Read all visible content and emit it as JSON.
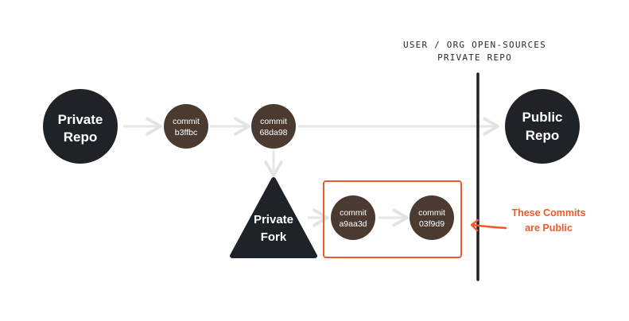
{
  "nodes": {
    "private_repo": {
      "line1": "Private",
      "line2": "Repo"
    },
    "public_repo": {
      "line1": "Public",
      "line2": "Repo"
    },
    "private_fork": {
      "line1": "Private",
      "line2": "Fork"
    },
    "commit_b3ffbc": {
      "line1": "commit",
      "line2": "b3ffbc"
    },
    "commit_68da98": {
      "line1": "commit",
      "line2": "68da98"
    },
    "commit_a9aa3d": {
      "line1": "commit",
      "line2": "a9aa3d"
    },
    "commit_03f9d9": {
      "line1": "commit",
      "line2": "03f9d9"
    }
  },
  "boundary": {
    "line1": "USER / ORG OPEN-SOURCES",
    "line2": "PRIVATE REPO"
  },
  "callout": {
    "line1": "These Commits",
    "line2": "are Public"
  },
  "colors": {
    "dark_node": "#1f2328",
    "commit_node": "#4a3a30",
    "arrow": "#e6e6e6",
    "boundary": "#1f2328",
    "highlight": "#f0592b"
  }
}
